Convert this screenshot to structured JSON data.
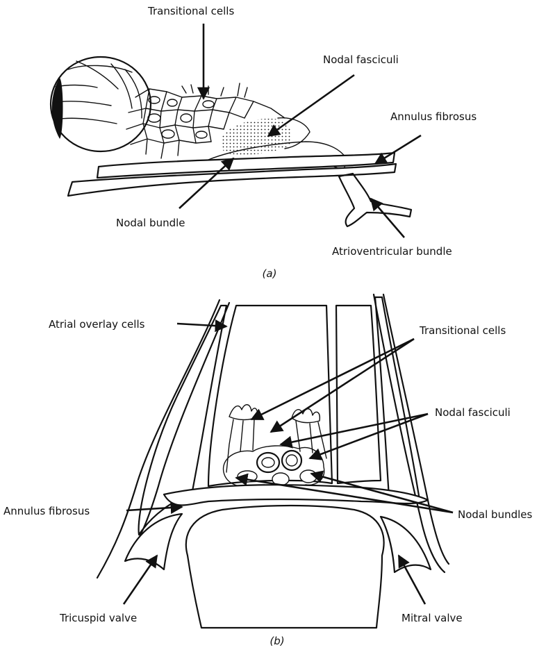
{
  "panel_a": {
    "caption": "(a)",
    "labels": {
      "transitional_cells": "Transitional cells",
      "nodal_fasciculi": "Nodal fasciculi",
      "annulus_fibrosus": "Annulus fibrosus",
      "nodal_bundle": "Nodal bundle",
      "atrioventricular_bundle": "Atrioventricular bundle"
    }
  },
  "panel_b": {
    "caption": "(b)",
    "labels": {
      "atrial_overlay_cells": "Atrial overlay cells",
      "transitional_cells": "Transitional cells",
      "nodal_fasciculi": "Nodal fasciculi",
      "annulus_fibrosus": "Annulus fibrosus",
      "nodal_bundles": "Nodal bundles",
      "tricuspid_valve": "Tricuspid valve",
      "mitral_valve": "Mitral valve"
    }
  },
  "colors": {
    "ink": "#111111",
    "paper": "#ffffff"
  }
}
